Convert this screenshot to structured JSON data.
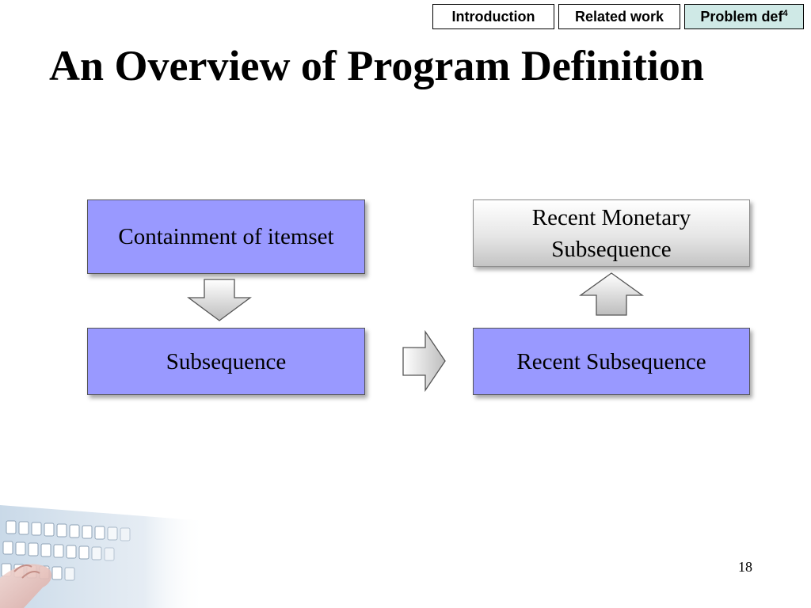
{
  "nav": {
    "tabs": [
      {
        "label": "Introduction"
      },
      {
        "label": "Related work"
      },
      {
        "label": "Problem def",
        "sup": "4"
      }
    ]
  },
  "title": "An Overview of Program Definition",
  "diagram": {
    "containment": "Containment of itemset",
    "subsequence": "Subsequence",
    "recent_subsequence": "Recent Subsequence",
    "recent_monetary_line1": "Recent Monetary",
    "recent_monetary_line2": "Subsequence"
  },
  "page_number": "18",
  "colors": {
    "box_blue": "#9999ff",
    "active_tab": "#cfe9e6"
  }
}
